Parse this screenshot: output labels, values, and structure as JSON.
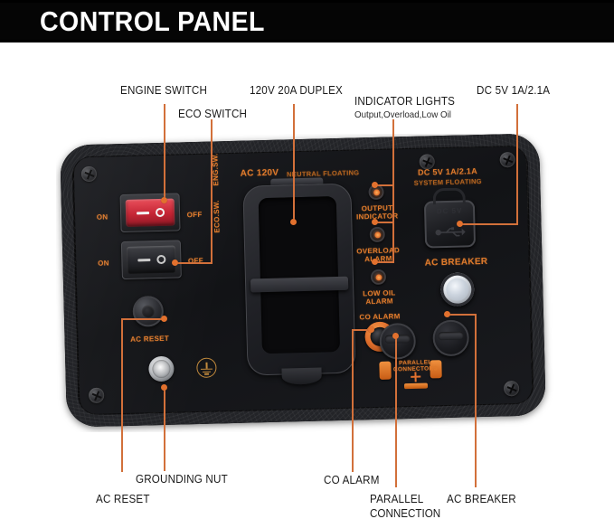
{
  "header": {
    "title": "CONTROL PANEL",
    "bg_color": "#000000",
    "text_color": "#ffffff"
  },
  "accent_color": "#e2712e",
  "leader_color": "#d2703a",
  "callouts": [
    {
      "id": "engine-switch",
      "label": "ENGINE SWITCH",
      "sub": ""
    },
    {
      "id": "eco-switch",
      "label": "ECO SWITCH",
      "sub": ""
    },
    {
      "id": "duplex",
      "label": "120V 20A DUPLEX",
      "sub": ""
    },
    {
      "id": "indicator-lights",
      "label": "INDICATOR LIGHTS",
      "sub": "Output,Overload,Low Oil"
    },
    {
      "id": "dc-usb",
      "label": "DC 5V 1A/2.1A",
      "sub": ""
    },
    {
      "id": "ac-reset",
      "label": "AC RESET",
      "sub": ""
    },
    {
      "id": "grounding-nut",
      "label": "GROUNDING NUT",
      "sub": ""
    },
    {
      "id": "co-alarm",
      "label": "CO ALARM",
      "sub": ""
    },
    {
      "id": "parallel-connection",
      "label": "PARALLEL",
      "sub": "CONNECTION"
    },
    {
      "id": "ac-breaker",
      "label": "AC BREAKER",
      "sub": ""
    }
  ],
  "panel_silkscreen": {
    "on_engine": "ON",
    "off_engine": "OFF",
    "eng_sw": "ENG.SW.",
    "on_eco": "ON",
    "off_eco": "OFF",
    "eco_sw": "ECO.SW.",
    "ac_120v": "AC 120V",
    "neutral_floating": "NEUTRAL FLOATING",
    "output_indicator_l1": "OUTPUT",
    "output_indicator_l2": "INDICATOR",
    "overload_alarm_l1": "OVERLOAD",
    "overload_alarm_l2": "ALARM",
    "low_oil_alarm_l1": "LOW OIL",
    "low_oil_alarm_l2": "ALARM",
    "co_alarm": "CO ALARM",
    "dc_5v": "DC 5V 1A/2.1A",
    "system_floating": "SYSTEM FLOATING",
    "ac_breaker": "AC BREAKER",
    "ac_reset": "AC RESET",
    "usb_embossed": "DC 5V",
    "parallel_l1": "PARALLEL",
    "parallel_l2": "CONNECTORS"
  }
}
